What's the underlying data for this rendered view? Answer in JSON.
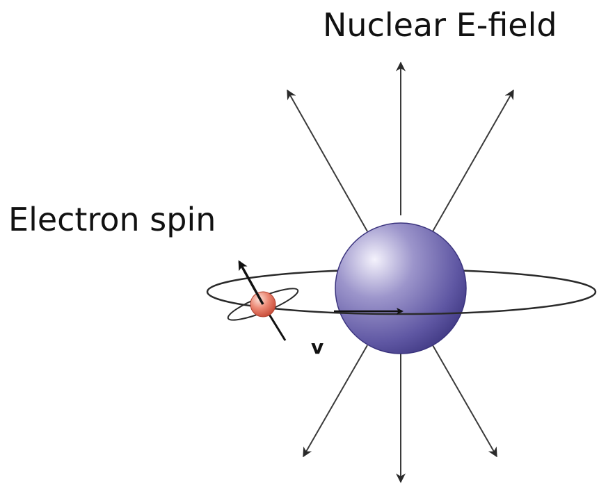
{
  "labels": {
    "nuclear_field": "Nuclear E-field",
    "electron_spin": "Electron spin",
    "velocity": "v"
  },
  "colors": {
    "nucleus_light": "#f2f0fb",
    "nucleus_mid": "#8b84c0",
    "nucleus_dark": "#3b347e",
    "electron_light": "#fde3da",
    "electron_mid": "#ec8a76",
    "electron_dark": "#c2412e",
    "line": "#3a3a3a"
  }
}
